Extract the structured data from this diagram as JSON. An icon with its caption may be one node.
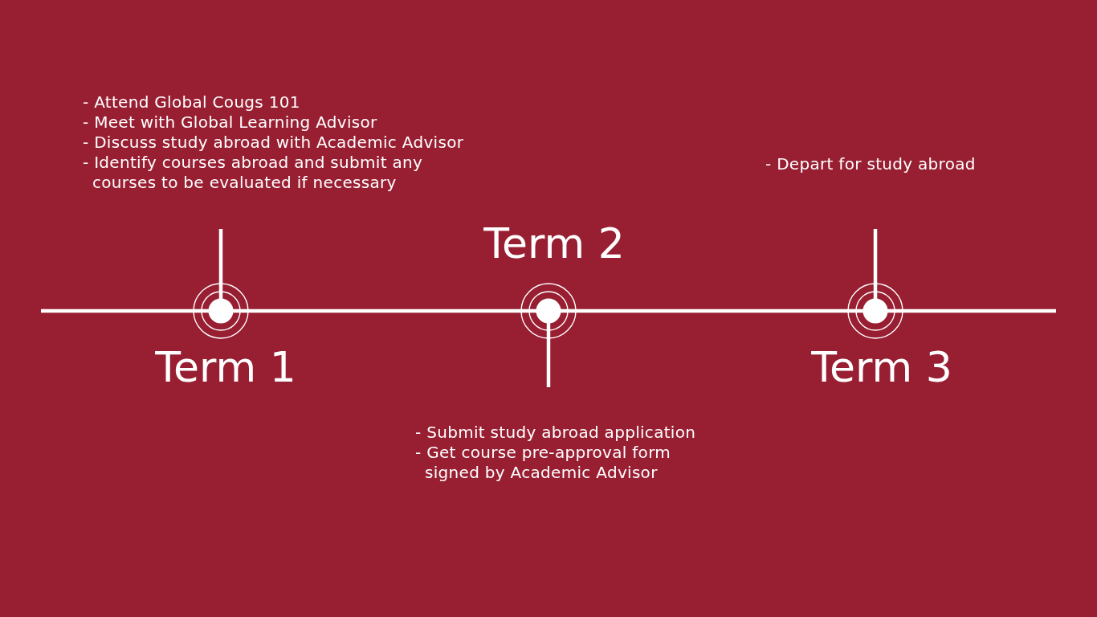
{
  "diagram": {
    "nodes": [
      {
        "text": [],
        "shape": "circle",
        "beside": [
          "Term 1"
        ]
      },
      {
        "text": [],
        "shape": "circle",
        "beside": [
          "Term 2"
        ]
      },
      {
        "text": [],
        "shape": "circle",
        "beside": [
          "Term 3"
        ]
      }
    ],
    "edges": [
      {
        "from": null,
        "to": 0,
        "arrow": "none"
      },
      {
        "from": 0,
        "to": 1,
        "arrow": "none"
      },
      {
        "from": 1,
        "to": 2,
        "arrow": "none"
      },
      {
        "from": 2,
        "to": null,
        "arrow": "none"
      },
      {
        "from": null,
        "to": 0,
        "arrow": "none"
      },
      {
        "from": 1,
        "to": null,
        "arrow": "none"
      },
      {
        "from": null,
        "to": 2,
        "arrow": "none"
      }
    ],
    "labels": [
      "- Attend Global Cougs 101",
      "- Meet with Global Learning Advisor",
      "- Discuss study abroad with Academic Advisor",
      "- Identify courses abroad and submit any courses to be evaluated if necessary",
      "- Depart for study abroad",
      "- Submit study abroad application",
      "- Get course pre-approval form signed by Academic Advisor"
    ]
  }
}
